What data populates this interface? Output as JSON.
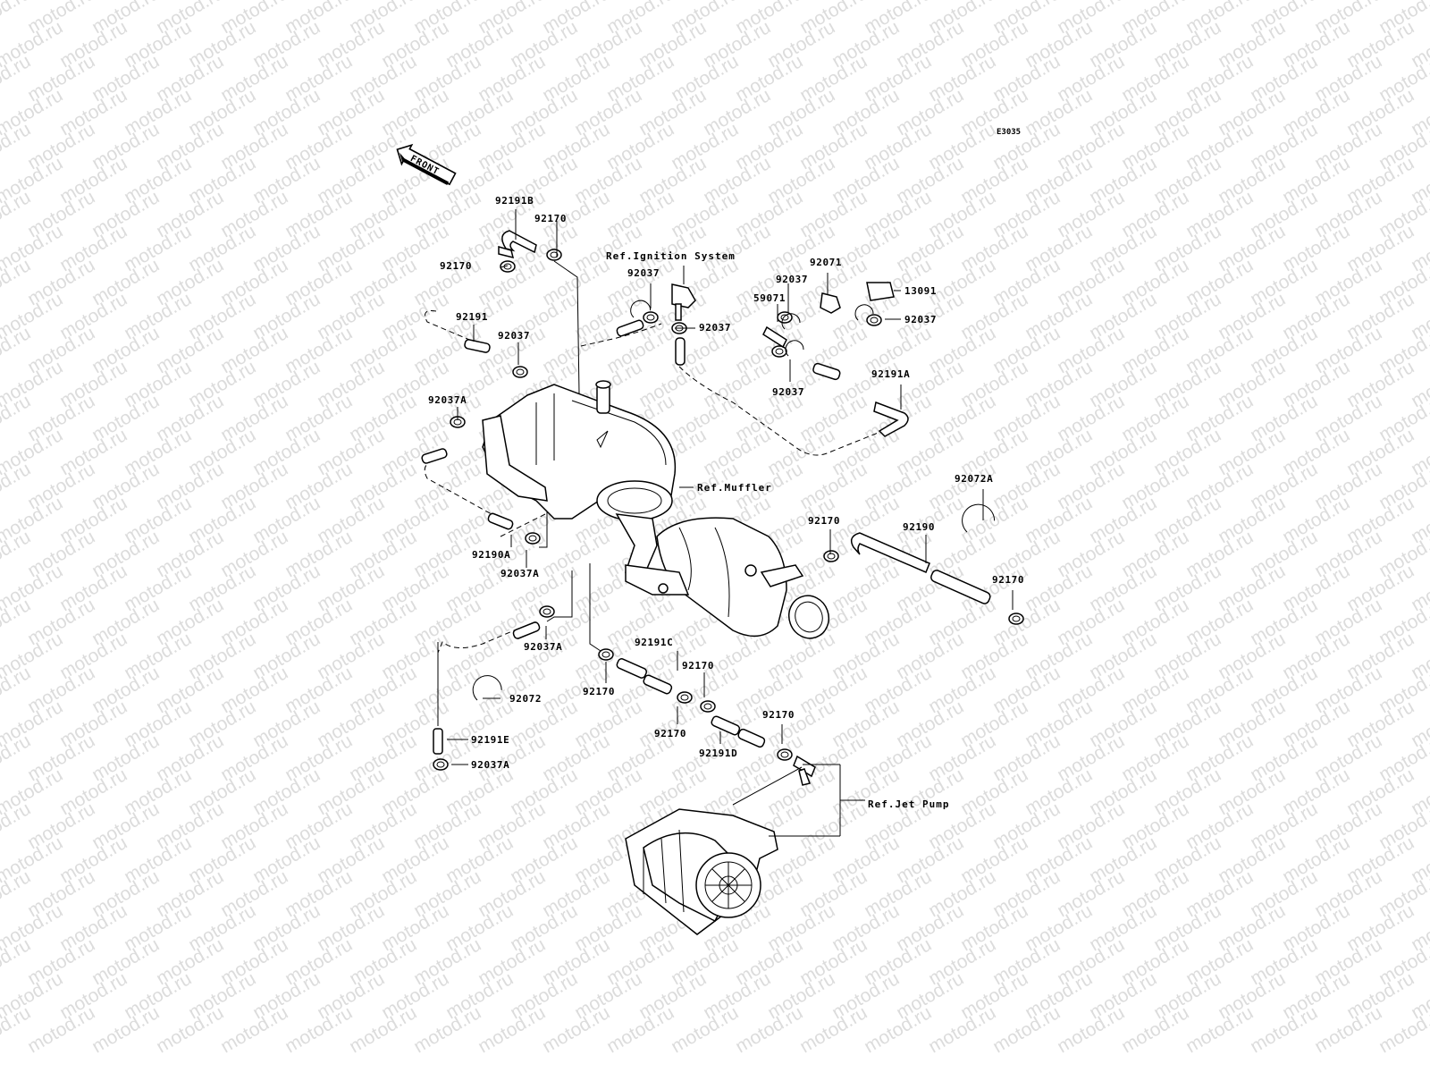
{
  "watermark": "motod.ru",
  "diagram_code": "E3035",
  "front_label": "FRONT",
  "refs": {
    "ignition": "Ref.Ignition System",
    "muffler": "Ref.Muffler",
    "jet_pump": "Ref.Jet Pump"
  },
  "parts": [
    {
      "id": "92191B",
      "label": "92191B"
    },
    {
      "id": "92170a",
      "label": "92170"
    },
    {
      "id": "92170b",
      "label": "92170"
    },
    {
      "id": "92037a",
      "label": "92037"
    },
    {
      "id": "92037b",
      "label": "92037"
    },
    {
      "id": "92071",
      "label": "92071"
    },
    {
      "id": "92037c",
      "label": "92037"
    },
    {
      "id": "59071",
      "label": "59071"
    },
    {
      "id": "13091",
      "label": "13091"
    },
    {
      "id": "92037d",
      "label": "92037"
    },
    {
      "id": "92191",
      "label": "92191"
    },
    {
      "id": "92037e",
      "label": "92037"
    },
    {
      "id": "92191A",
      "label": "92191A"
    },
    {
      "id": "92037f",
      "label": "92037"
    },
    {
      "id": "92037Aa",
      "label": "92037A"
    },
    {
      "id": "92072A",
      "label": "92072A"
    },
    {
      "id": "92170c",
      "label": "92170"
    },
    {
      "id": "92190",
      "label": "92190"
    },
    {
      "id": "92170d",
      "label": "92170"
    },
    {
      "id": "92190A",
      "label": "92190A"
    },
    {
      "id": "92037Ab",
      "label": "92037A"
    },
    {
      "id": "92037Ac",
      "label": "92037A"
    },
    {
      "id": "92191C",
      "label": "92191C"
    },
    {
      "id": "92170e",
      "label": "92170"
    },
    {
      "id": "92170f",
      "label": "92170"
    },
    {
      "id": "92170g",
      "label": "92170"
    },
    {
      "id": "92072",
      "label": "92072"
    },
    {
      "id": "92170h",
      "label": "92170"
    },
    {
      "id": "92191D",
      "label": "92191D"
    },
    {
      "id": "92191E",
      "label": "92191E"
    },
    {
      "id": "92037Ad",
      "label": "92037A"
    }
  ]
}
